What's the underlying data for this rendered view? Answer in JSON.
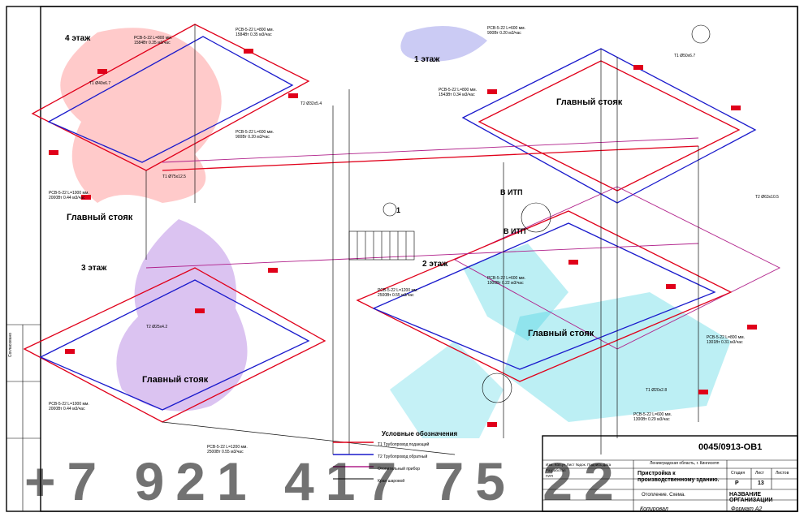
{
  "labels": {
    "floor4": "4 этаж",
    "floor1": "1 этаж",
    "floor3": "3 этаж",
    "floor2": "2 этаж",
    "riser": "Главный стояк",
    "itp": "В ИТП",
    "detail_no": "1"
  },
  "annotations": [
    "РСВ-5-22 L=800 мм.",
    "1584Вт 0.35 м3/час",
    "РСВ-5-22 L=800 мм.",
    "1584Вт 0.35 м3/час",
    "РСВ-5-22 L=600 мм.",
    "900Вт 0.20 м3/час",
    "РСВ-5-22 L=800 мм.",
    "1543Вт 0.34 м3/час",
    "РСВ-5-22 L=1000 мм.",
    "2000Вт 0.44 м3/час",
    "РСВ-5-22 L=600 мм.",
    "900Вт 0.20 м3/час",
    "РСВ-5-22 L=1000 мм.",
    "2000Вт 0.44 м3/час",
    "РСВ-5-22 L=1200 мм.",
    "2500Вт 0.55 м3/час",
    "РСВ-5-22 L=600 мм.",
    "1000Вт 0.22 м3/час",
    "РСВ-5-22 L=600 мм.",
    "1300Вт 0.29 м3/час",
    "РСВ-5-22 L=1200 мм.",
    "2500Вт 0.55 м3/час",
    "РСВ-5-22 L=800 мм.",
    "1301Вт 0.31 м3/час"
  ],
  "pipe_tags": [
    "Т1 Ø40х6.7",
    "Т1 Ø50х6.7",
    "Т2 Ø32х5.4",
    "Т1 Ø75х12.5",
    "Т2 Ø25х4.2",
    "Т2 Ø63х10.5",
    "Т1 Ø20х2.8"
  ],
  "legend": {
    "title": "Условные обозначения",
    "items": [
      "Т1 Трубопровод подающий",
      "Т2 Трубопровод обратный",
      "Отопительный прибор",
      "Кран шаровой"
    ]
  },
  "title_block": {
    "code": "0045/0913-OB1",
    "location": "Ленинградская область, г. Кингисепп",
    "title": "Пристройка к производственному зданию.",
    "stage_h": "Стадия",
    "sheet_h": "Лист",
    "sheets_h": "Листов",
    "stage": "Р",
    "sheet": "13",
    "sheet_name": "Отопление. Схема.",
    "org": "НАЗВАНИЕ ОРГАНИЗАЦИИ",
    "copied": "Копировал",
    "format": "Формат А2",
    "rows": [
      "Изм. Кол.уч Лист №док. Подпись Дата",
      "Разработал",
      "ГИП"
    ]
  },
  "side_stamp": {
    "agreed": "Согласовано"
  },
  "watermark": {
    "phone": "+7 921 417 75 22"
  }
}
